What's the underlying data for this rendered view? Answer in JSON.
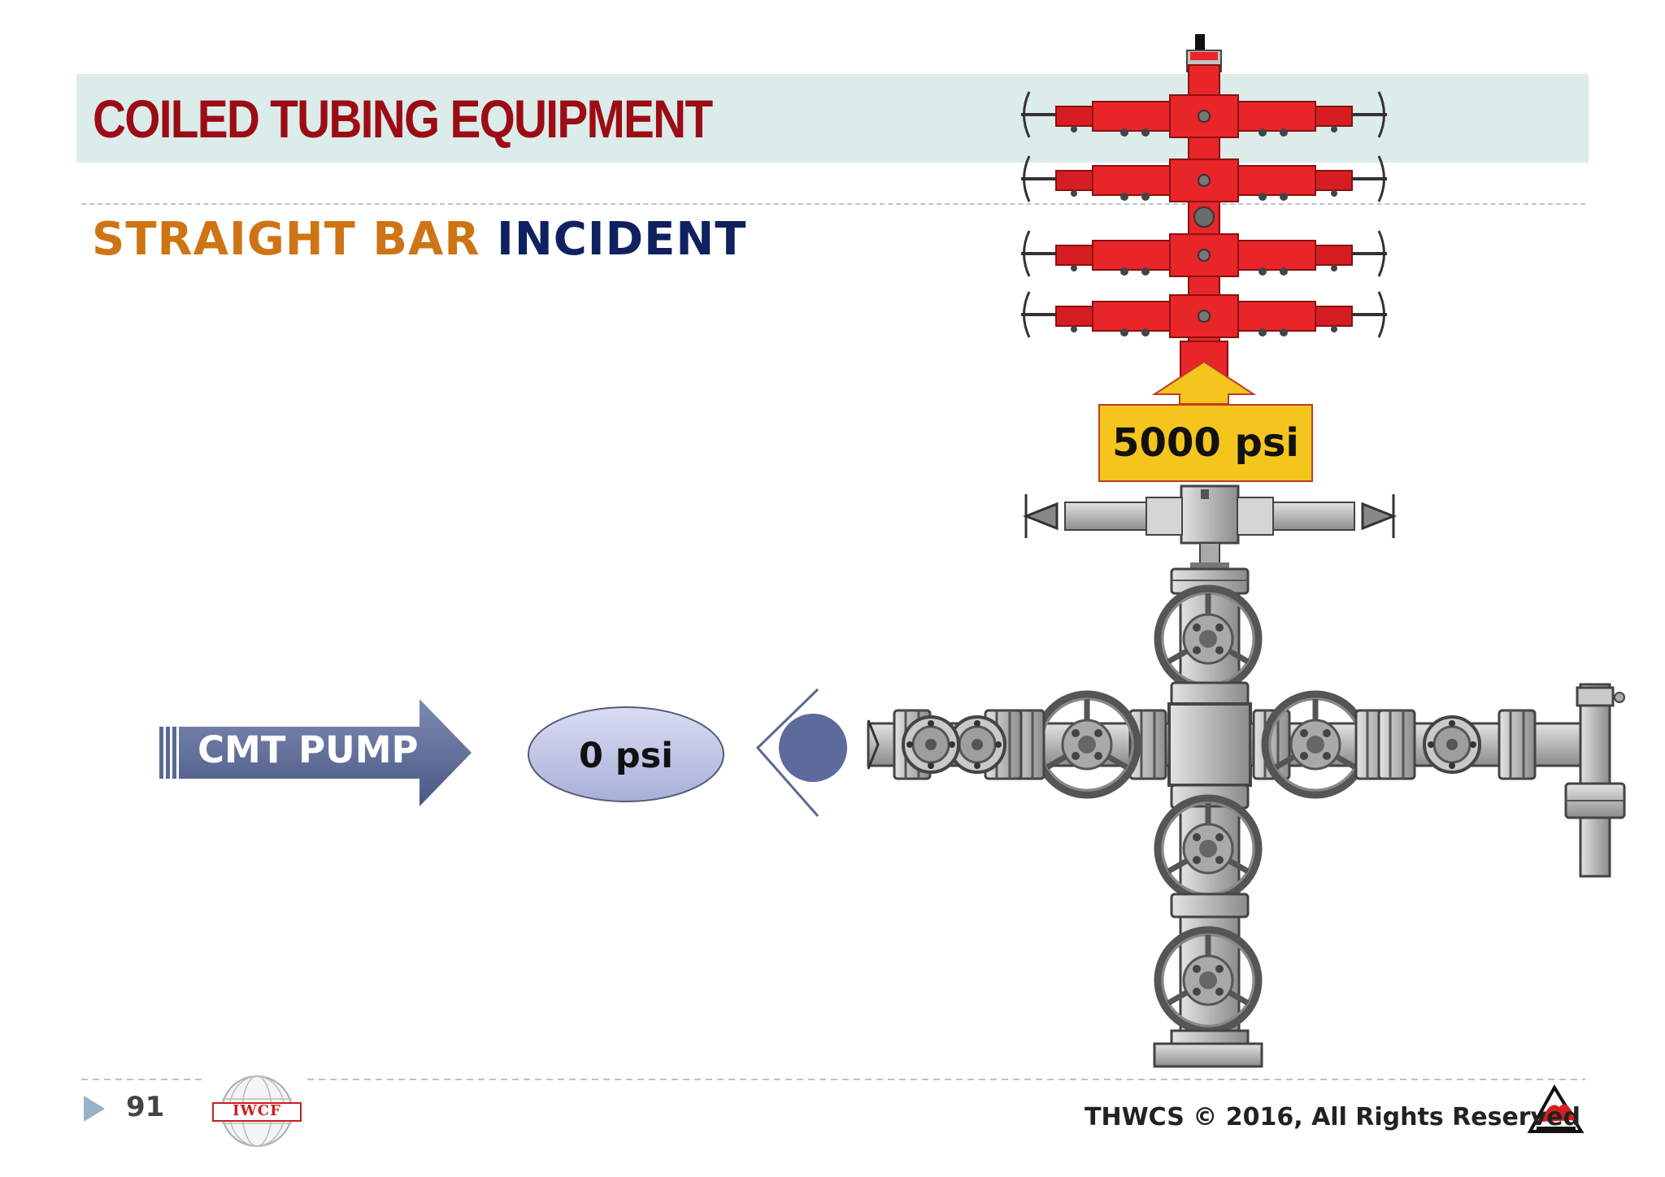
{
  "slide": {
    "title": "COILED TUBING EQUIPMENT",
    "subtitle_part1": "STRAIGHT BAR",
    "subtitle_part2": "INCIDENT",
    "page_number": "91",
    "copyright": "THWCS © 2016, All Rights Reserved"
  },
  "diagram": {
    "pump_label": "CMT PUMP",
    "pump_pressure": "0 psi",
    "well_pressure": "5000 psi"
  },
  "logos": {
    "iwcf": "IWCF"
  },
  "colors": {
    "title": "#9c0c14",
    "subtitle_accent": "#cf7414",
    "subtitle_dark": "#0f2160",
    "bop": "#e8262a",
    "pressure_box": "#f4c51c",
    "pump_arrow": "#5a6894"
  }
}
